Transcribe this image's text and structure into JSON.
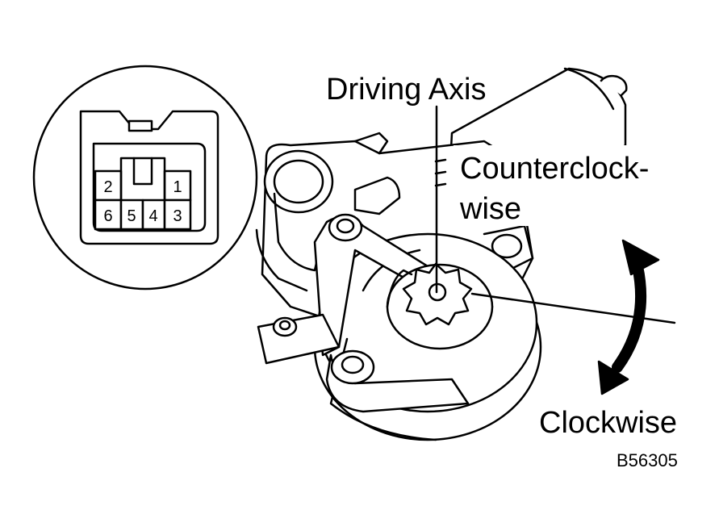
{
  "labels": {
    "driving_axis": "Driving Axis",
    "counterclockwise_line1": "Counterclock-",
    "counterclockwise_line2": "wise",
    "clockwise": "Clockwise",
    "figure_code": "B56305"
  },
  "connector": {
    "top_row": [
      "2",
      "1"
    ],
    "bottom_row": [
      "6",
      "5",
      "4",
      "3"
    ]
  },
  "colors": {
    "ink": "#000000",
    "paper": "#ffffff"
  }
}
